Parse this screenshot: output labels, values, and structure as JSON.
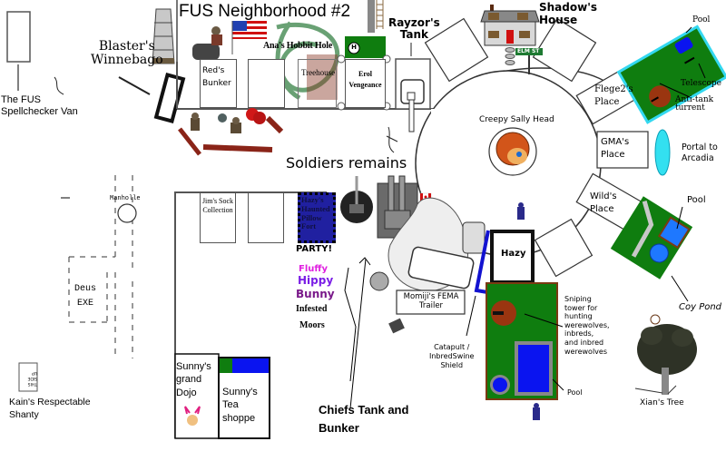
{
  "title": "FUS Neighborhood #2",
  "colors": {
    "grass": "#0f7d0f",
    "pool": "#0a14f0",
    "pool_light": "#1e78ff",
    "portal": "#33e0f0",
    "dirt": "#7a3a12",
    "turret": "#9a3510",
    "catapult": "#1212d0",
    "hippy_fluffy": "#e020e0",
    "hippy_hippy": "#7a1ee6",
    "hippy_bunny": "#7a1a8a",
    "sign_green": "#1e7a32"
  },
  "labels": {
    "spellchecker_van": "The FUS Spellchecker Van",
    "blasters_winnebago_1": "Blaster's",
    "blasters_winnebago_2": "Winnebago",
    "anas_hobbit_hole": "Ana's Hobbit Hole",
    "reds_bunker_1": "Red's",
    "reds_bunker_2": "Bunker",
    "treehouse": "Treehouse",
    "erol_vengeance_1": "Erol",
    "erol_vengeance_2": "Vengeance",
    "helipad": "H",
    "rayzors_tank_1": "Rayzor's",
    "rayzors_tank_2": "Tank",
    "shadows_house_1": "Shadow's",
    "shadows_house_2": "House",
    "elm_st": "ELM ST",
    "pool_ne": "Pool",
    "telescope": "Telescope",
    "anti_tank_1": "Anti-tank",
    "anti_tank_2": "turrent",
    "flege2_1": "Flege2's",
    "flege2_2": "Place",
    "creepy_sally": "Creepy Sally Head",
    "gma_1": "GMA's",
    "gma_2": "Place",
    "portal_1": "Portal to",
    "portal_2": "Arcadia",
    "wild_1": "Wild's",
    "wild_2": "Place",
    "pool_e": "Pool",
    "coy_pond": "Coy Pond",
    "xians_tree": "Xian's Tree",
    "soldiers_remains": "Soldiers remains",
    "jims_sock_1": "Jim's Sock",
    "jims_sock_2": "Collection",
    "pillow_fort_1": "Hazy's",
    "pillow_fort_2": "Haunted",
    "pillow_fort_3": "Pillow",
    "pillow_fort_4": "Fort",
    "party": "PARTY!",
    "fluffy": "Fluffy",
    "hippy": "Hippy",
    "bunny": "Bunny",
    "infested": "Infested",
    "moors": "Moors",
    "hazy": "Hazy",
    "momiji_1": "Momiji's FEMA",
    "momiji_2": "Trailer",
    "catapult_1": "Catapult /",
    "catapult_2": "InbredSwine",
    "catapult_3": "Shield",
    "sniping_1": "Sniping",
    "sniping_2": "tower for",
    "sniping_3": "hunting",
    "sniping_4": "werewolves,",
    "sniping_5": "inbreds,",
    "sniping_6": "and inbred",
    "sniping_7": "werewolves",
    "pool_s": "Pool",
    "manhole": "Manholle",
    "deus_1": "Deus",
    "deus_2": "EXE",
    "kain_1": "Kain's Respectable",
    "kain_2": "Shanty",
    "kain_box_1": "THIS",
    "kain_box_2": "SIDE",
    "kain_box_3": "UP",
    "sunny_dojo_1": "Sunny's",
    "sunny_dojo_2": "grand",
    "sunny_dojo_3": "Dojo",
    "sunny_tea_1": "Sunny's",
    "sunny_tea_2": "Tea",
    "sunny_tea_3": "shoppe",
    "chiefs_1": "Chiefs Tank and",
    "chiefs_2": "Bunker"
  },
  "icons": {
    "flag_us": "us-flag-icon",
    "flag_canada": "canada-flag-icon",
    "house": "house-icon",
    "tower": "stone-tower-icon",
    "soldier": "soldier-icon",
    "tree": "tree-icon"
  }
}
